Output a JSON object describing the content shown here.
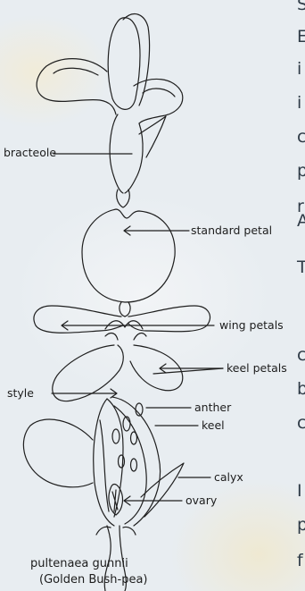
{
  "labels": {
    "bracteole": "bracteole",
    "standard_petal": "standard petal",
    "wing_petals": "wing petals",
    "keel_petals": "keel petals",
    "style": "style",
    "anther": "anther",
    "keel": "keel",
    "calyx": "calyx",
    "ovary": "ovary"
  },
  "caption": {
    "line1": "pultenaea gunnii",
    "line2": "(Golden Bush-pea)"
  },
  "side_text": [
    "S",
    "E",
    "i",
    "i",
    "c",
    "p",
    "r",
    "A",
    "T",
    "c",
    "b",
    "c",
    "I",
    "p",
    "f"
  ]
}
